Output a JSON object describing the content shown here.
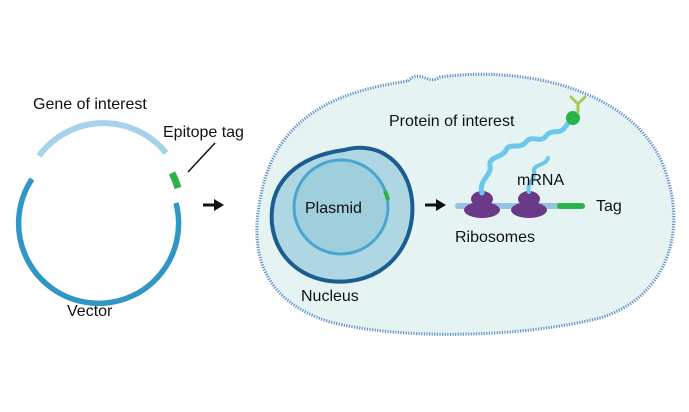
{
  "labels": {
    "gene_of_interest": "Gene of interest",
    "epitope_tag": "Epitope tag",
    "vector": "Vector",
    "plasmid": "Plasmid",
    "nucleus": "Nucleus",
    "protein_of_interest": "Protein of interest",
    "mrna": "mRNA",
    "tag": "Tag",
    "ribosomes": "Ribosomes"
  },
  "colors": {
    "vector_ring": "#2f97c6",
    "gene_segment": "#a7d3ea",
    "epitope_tag": "#2bb34a",
    "cell_fill": "#e5f4f3",
    "cell_border": "#5f8fc7",
    "nucleus_fill": "#aed6e3",
    "nucleus_border": "#1b5d8f",
    "plasmid_fill": "#9fcfdd",
    "plasmid_ring": "#4aa6cf",
    "mrna_strand": "#95c3e2",
    "ribosome": "#6a3a88",
    "protein_chain": "#6cc8ea",
    "protein_head": "#2bb34a",
    "antibody": "#a7c95a",
    "arrow": "#111111"
  }
}
